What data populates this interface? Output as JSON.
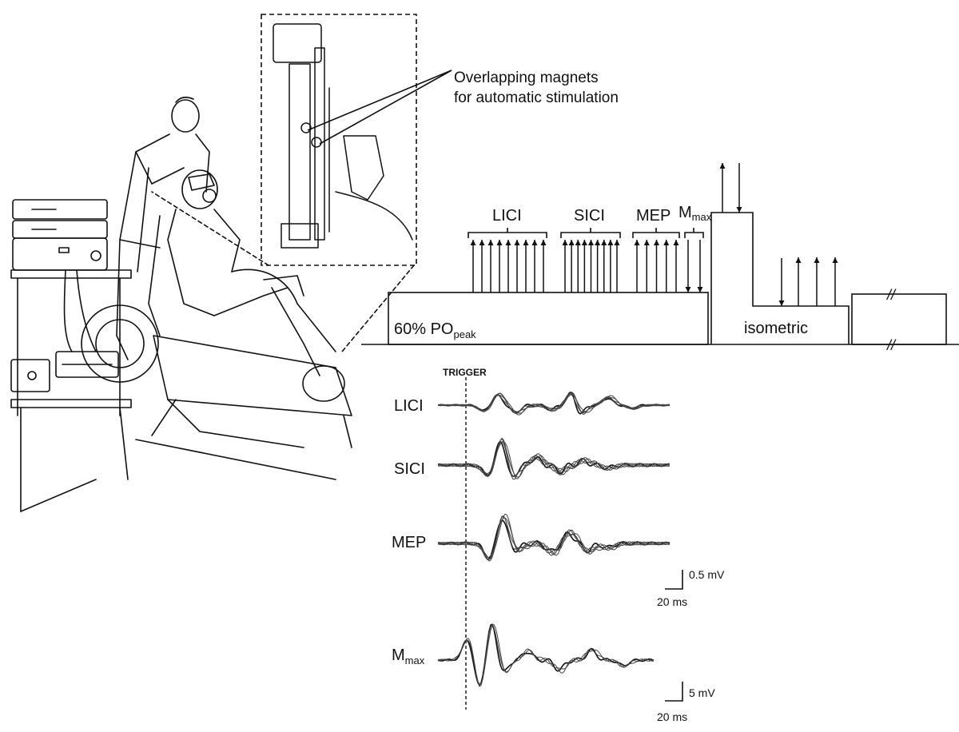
{
  "callout": {
    "line1": "Overlapping magnets",
    "line2": "for automatic stimulation"
  },
  "protocol": {
    "groups": [
      {
        "label": "LICI",
        "arrows": 9,
        "direction": "up"
      },
      {
        "label": "SICI",
        "arrows": 9,
        "direction": "up"
      },
      {
        "label": "MEP",
        "arrows": 5,
        "direction": "up"
      },
      {
        "label": "M",
        "sub": "max",
        "arrows": 2,
        "direction": "down"
      }
    ],
    "bar_label": "60% PO",
    "bar_label_sub": "peak",
    "isometric_label": "isometric",
    "break_mark": "//"
  },
  "traces": {
    "trigger_label": "TRIGGER",
    "rows": [
      {
        "label": "LICI",
        "sub": ""
      },
      {
        "label": "SICI",
        "sub": ""
      },
      {
        "label": "MEP",
        "sub": ""
      },
      {
        "label": "M",
        "sub": "max"
      }
    ],
    "scale_bars": [
      {
        "amplitude": "0.5 mV",
        "time": "20 ms"
      },
      {
        "amplitude": "5 mV",
        "time": "20 ms"
      }
    ]
  },
  "icons": [
    "stimulator-stack-icon",
    "seated-participant-icon",
    "operator-icon",
    "ergometer-icon"
  ]
}
